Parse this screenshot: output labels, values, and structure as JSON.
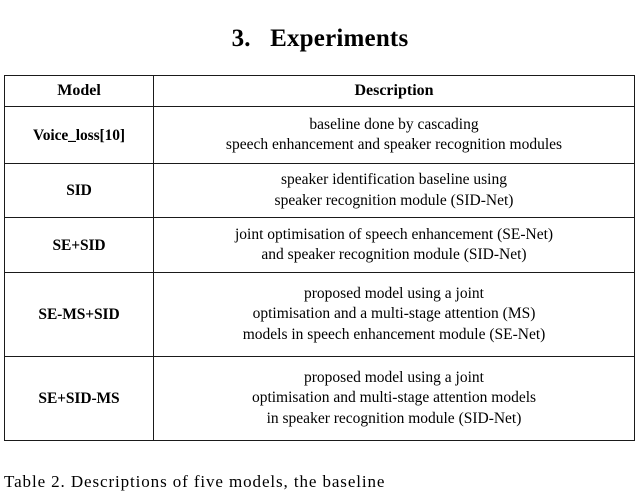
{
  "section": {
    "number": "3.",
    "title": "Experiments",
    "heading": "3.   Experiments"
  },
  "table": {
    "headers": {
      "model": "Model",
      "description": "Description"
    },
    "rows": [
      {
        "model": "Voice_loss[10]",
        "description_lines": [
          "baseline done by cascading",
          "speech enhancement and speaker recognition modules"
        ]
      },
      {
        "model": "SID",
        "description_lines": [
          "speaker identification baseline using",
          "speaker recognition module (SID-Net)"
        ]
      },
      {
        "model": "SE+SID",
        "description_lines": [
          "joint optimisation of speech enhancement (SE-Net)",
          "and speaker recognition module (SID-Net)"
        ]
      },
      {
        "model": "SE-MS+SID",
        "description_lines": [
          "proposed model using a joint",
          "optimisation and a multi-stage attention (MS)",
          "models in speech enhancement module (SE-Net)"
        ]
      },
      {
        "model": "SE+SID-MS",
        "description_lines": [
          "proposed model using a joint",
          "optimisation and multi-stage attention models",
          "in speaker recognition module (SID-Net)"
        ]
      }
    ]
  },
  "caption": {
    "text": "Table    2.     Descriptions    of   five    models,    the    baseline"
  },
  "colors": {
    "page_background": "#ffffff",
    "text": "#000000",
    "table_border": "#1a1a1a"
  }
}
